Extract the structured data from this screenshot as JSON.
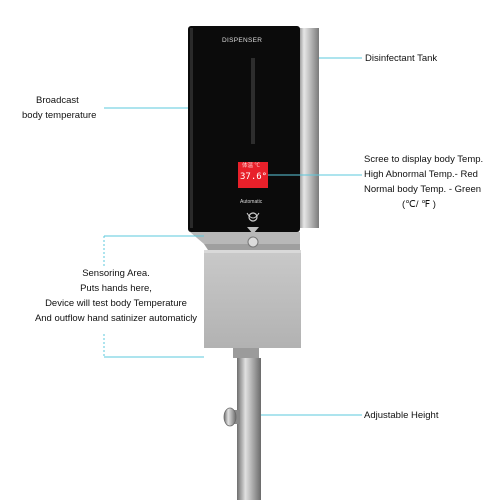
{
  "device": {
    "brand_label": "DISPENSER",
    "display_header": "体温 ℃",
    "display_value": "37.6°",
    "mode_label": "Automatic"
  },
  "callouts": {
    "tank": {
      "text": "Disinfectant Tank"
    },
    "broadcast": {
      "lines": [
        "Broadcast",
        "body temperature"
      ]
    },
    "screen": {
      "lines": [
        "Scree to display body Temp.",
        "High Abnormal Temp.- Red",
        "Normal body Temp. - Green",
        "(℃/ ℉ )"
      ]
    },
    "sensor": {
      "lines": [
        "Sensoring Area.",
        "Puts hands here,",
        "Device will test body Temperature",
        "And outflow hand satinizer automaticly"
      ]
    },
    "height": {
      "text": "Adjustable Height"
    }
  },
  "colors": {
    "leader_line": "#5bc8dc",
    "panel_black": "#0b0b0b",
    "display_red": "#e8202a",
    "steel": "#c9c9c9"
  }
}
